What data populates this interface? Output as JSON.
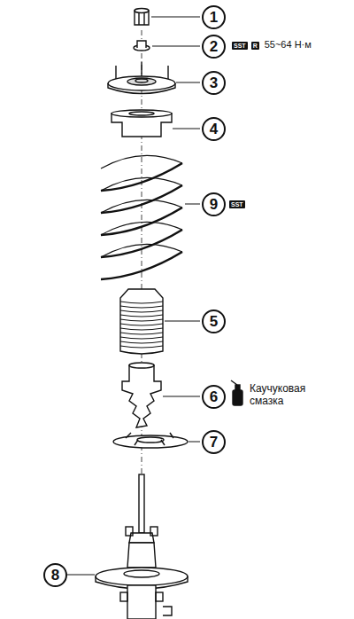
{
  "diagram": {
    "nodes": [
      {
        "text": [
          "1"
        ]
      },
      {
        "text": [
          "2"
        ]
      },
      {
        "text": [
          "SST"
        ]
      },
      {
        "text": [
          "R"
        ]
      },
      {
        "text": [
          "3"
        ]
      },
      {
        "text": [
          "4"
        ]
      },
      {
        "text": [
          "9"
        ]
      },
      {
        "text": [
          "SST"
        ]
      },
      {
        "text": [
          "5"
        ]
      },
      {
        "text": [
          "6"
        ]
      },
      {
        "text": [
          "7"
        ]
      },
      {
        "text": [
          "8"
        ]
      }
    ],
    "labels": [
      "55~64 Н·м",
      "Каучуковая смазка"
    ]
  }
}
